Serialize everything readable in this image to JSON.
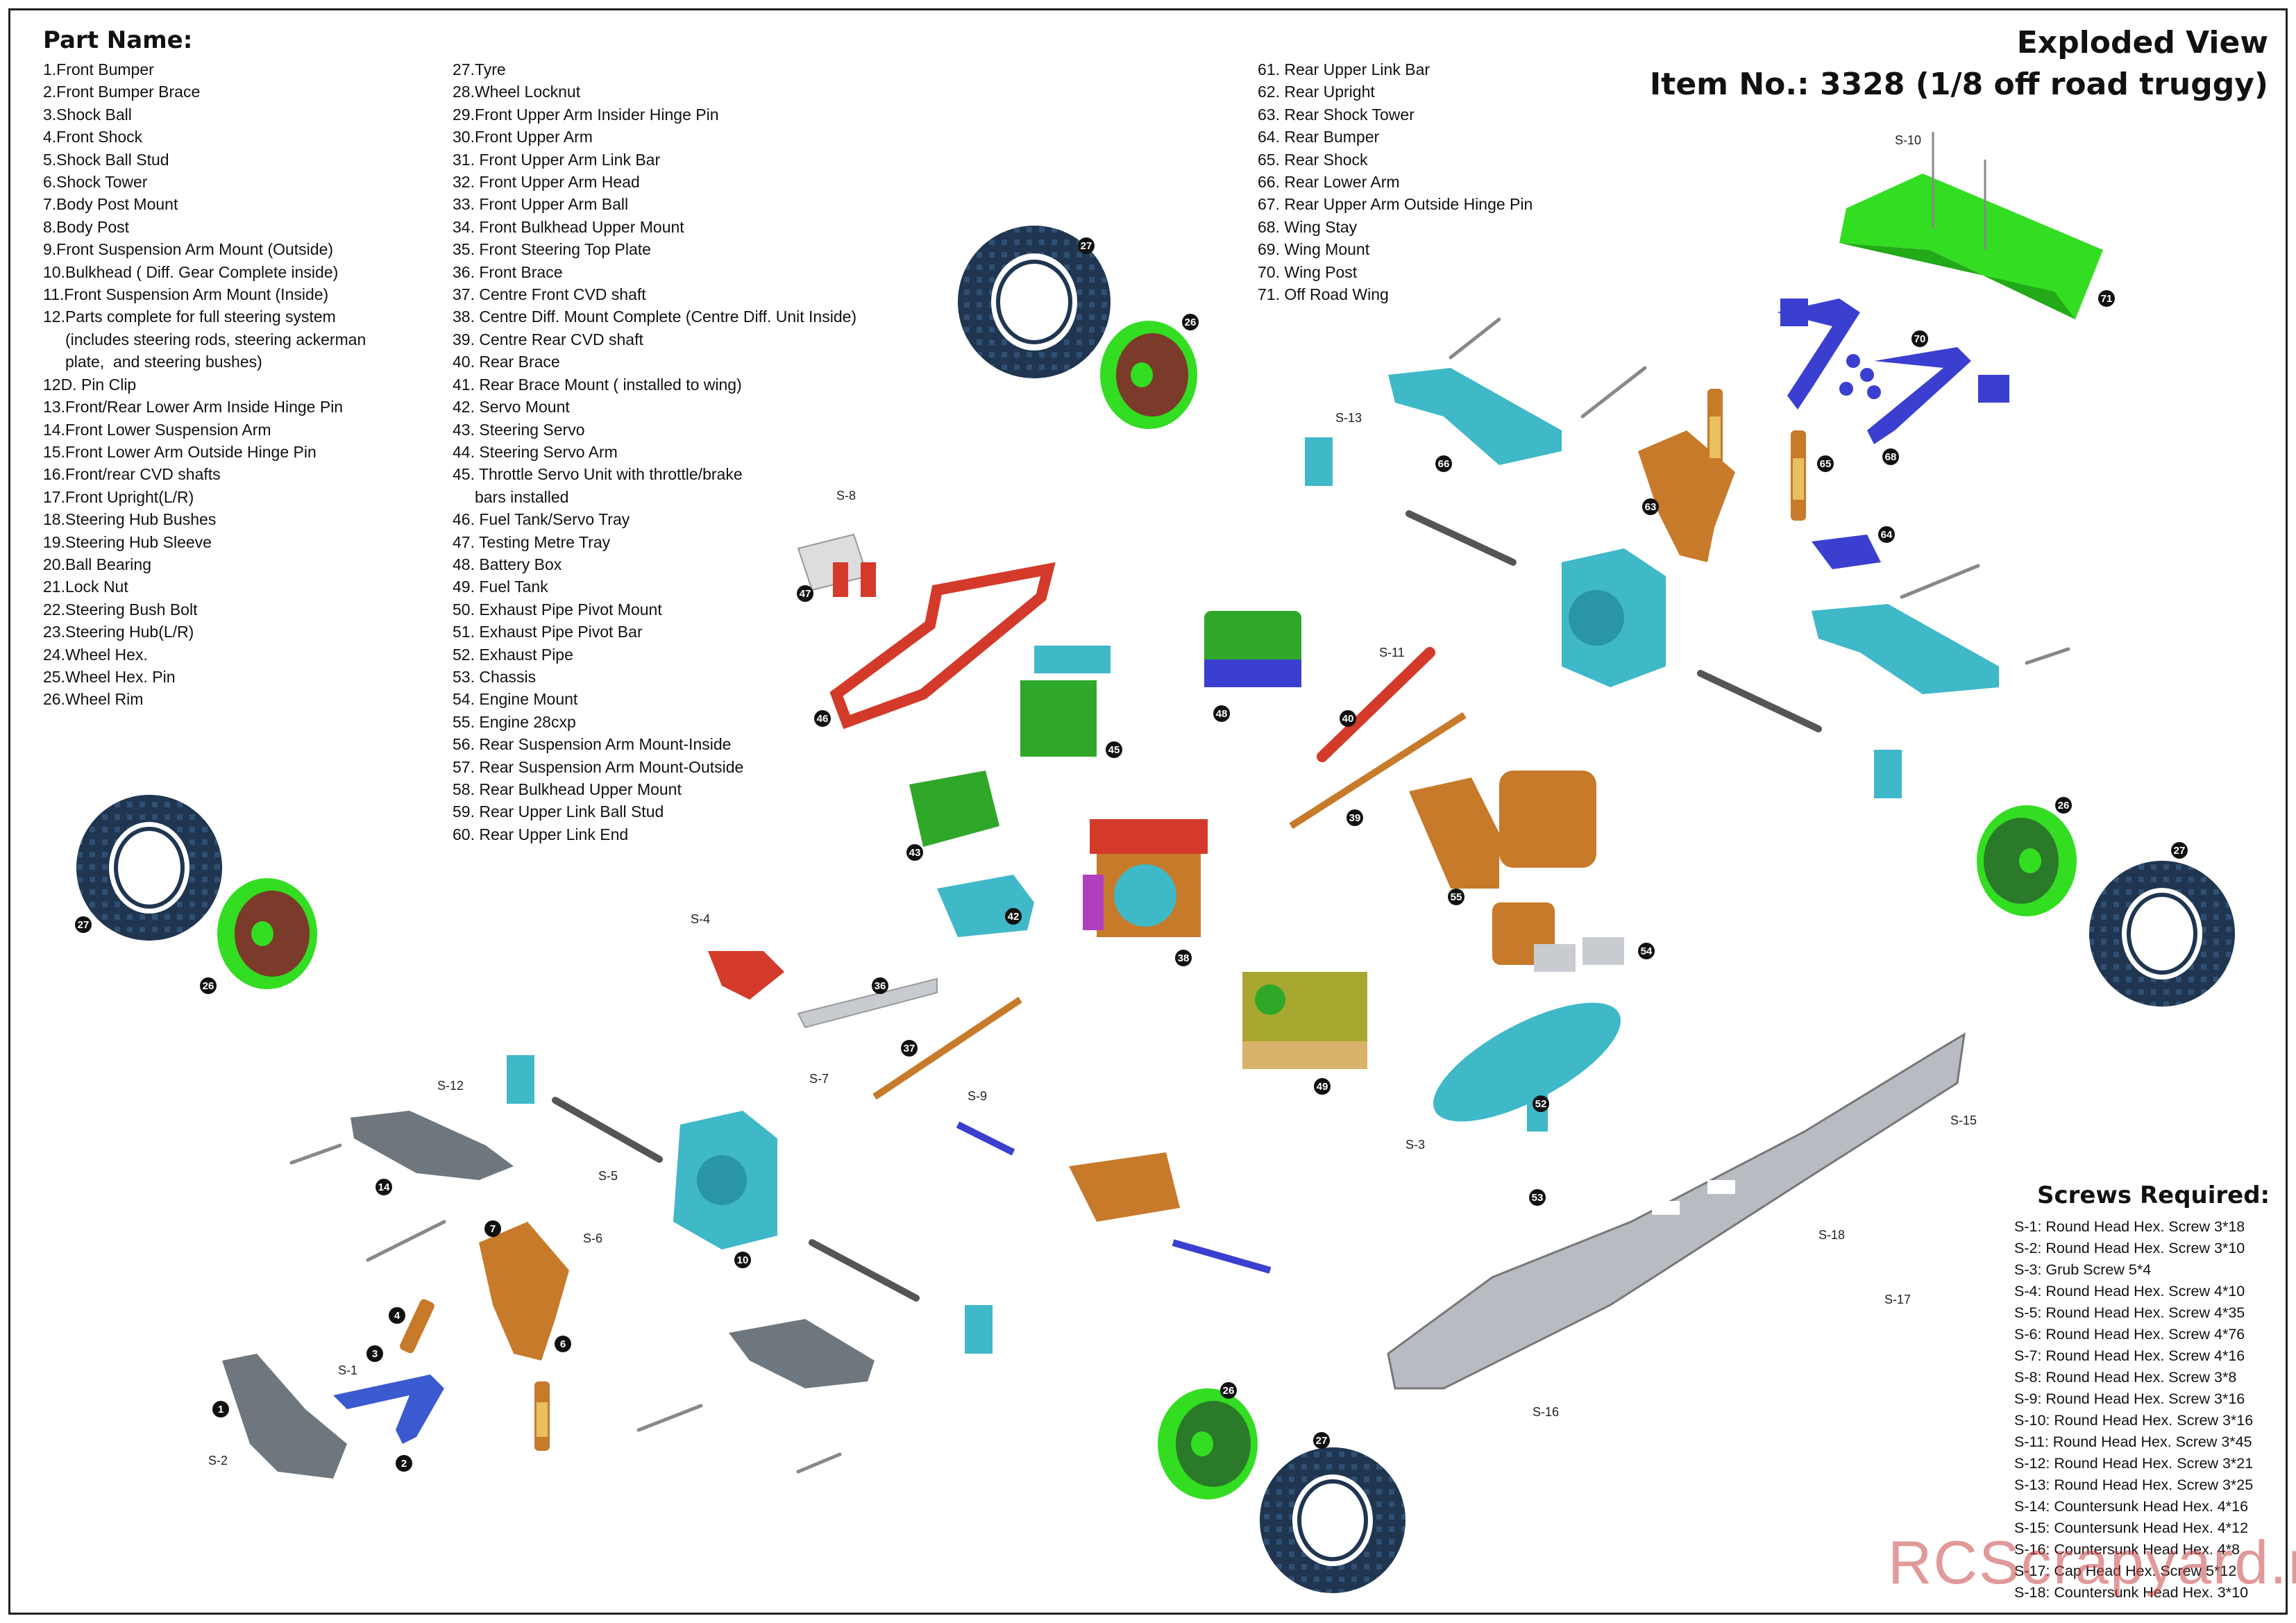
{
  "header": {
    "part_name_title": "Part Name:",
    "exploded_view": "Exploded View",
    "item_no": "Item No.: 3328 (1/8 off road truggy)"
  },
  "parts_col1": [
    "1.Front Bumper",
    "2.Front Bumper Brace",
    "3.Shock Ball",
    "4.Front Shock",
    "5.Shock Ball Stud",
    "6.Shock Tower",
    "7.Body Post Mount",
    "8.Body Post",
    "9.Front Suspension Arm Mount (Outside)",
    "10.Bulkhead ( Diff. Gear Complete inside)",
    "11.Front Suspension Arm Mount (Inside)",
    "12.Parts complete for full steering system",
    "     (includes steering rods, steering ackerman",
    "     plate,  and steering bushes)",
    "12D. Pin Clip",
    "13.Front/Rear Lower Arm Inside Hinge Pin",
    "14.Front Lower Suspension Arm",
    "15.Front Lower Arm Outside Hinge Pin",
    "16.Front/rear CVD shafts",
    "17.Front Upright(L/R)",
    "18.Steering Hub Bushes",
    "19.Steering Hub Sleeve",
    "20.Ball Bearing",
    "21.Lock Nut",
    "22.Steering Bush Bolt",
    "23.Steering Hub(L/R)",
    "24.Wheel Hex.",
    "25.Wheel Hex. Pin",
    "26.Wheel Rim"
  ],
  "parts_col2": [
    "27.Tyre",
    "28.Wheel Locknut",
    "29.Front Upper Arm Insider Hinge Pin",
    "30.Front Upper Arm",
    "31. Front Upper Arm Link Bar",
    "32. Front Upper Arm Head",
    "33. Front Upper Arm Ball",
    "34. Front Bulkhead Upper Mount",
    "35. Front Steering Top Plate",
    "36. Front Brace",
    "37. Centre Front CVD shaft",
    "38. Centre Diff. Mount Complete (Centre Diff. Unit Inside)",
    "39. Centre Rear CVD shaft",
    "40. Rear Brace",
    "41. Rear Brace Mount ( installed to wing)",
    "42. Servo Mount",
    "43. Steering Servo",
    "44. Steering Servo Arm",
    "45. Throttle Servo Unit with throttle/brake",
    "     bars installed",
    "46. Fuel Tank/Servo Tray",
    "47. Testing Metre Tray",
    "48. Battery Box",
    "49. Fuel Tank",
    "50. Exhaust Pipe Pivot Mount",
    "51. Exhaust Pipe Pivot Bar",
    "52. Exhaust Pipe",
    "53. Chassis",
    "54. Engine Mount",
    "55. Engine 28cxp",
    "56. Rear Suspension Arm Mount-Inside",
    "57. Rear Suspension Arm Mount-Outside",
    "58. Rear Bulkhead Upper Mount",
    "59. Rear Upper Link Ball Stud",
    "60. Rear Upper Link End"
  ],
  "parts_col3": [
    "61. Rear Upper Link Bar",
    "62. Rear Upright",
    "63. Rear Shock Tower",
    "64. Rear Bumper",
    "65. Rear Shock",
    "66. Rear Lower Arm",
    "67. Rear Upper Arm Outside Hinge Pin",
    "68. Wing Stay",
    "69. Wing Mount",
    "70. Wing Post",
    "71. Off Road Wing"
  ],
  "screws": {
    "title": "Screws Required:",
    "items": [
      "S-1: Round Head Hex. Screw 3*18",
      "S-2: Round Head Hex. Screw 3*10",
      "S-3: Grub Screw 5*4",
      "S-4: Round Head Hex. Screw 4*10",
      "S-5: Round Head Hex. Screw 4*35",
      "S-6: Round Head Hex. Screw 4*76",
      "S-7: Round Head Hex. Screw 4*16",
      "S-8: Round Head Hex. Screw 3*8",
      "S-9: Round Head Hex. Screw 3*16",
      "S-10: Round Head Hex. Screw 3*16",
      "S-11: Round Head Hex. Screw 3*45",
      "S-12: Round Head Hex. Screw 3*21",
      "S-13: Round Head Hex. Screw 3*25",
      "S-14: Countersunk Head Hex. 4*16",
      "S-15: Countersunk Head Hex. 4*12",
      "S-16: Countersunk Head Hex. 4*8",
      "S-17: Cap Head Hex. Screw 5*12",
      "S-18: Countersunk Head Hex. 3*10"
    ]
  },
  "watermark": "RCScrapyard.net",
  "colors": {
    "tyre": "#1f3550",
    "rim": "#33dd22",
    "cyan_part": "#3fb8c8",
    "copper_part": "#c77a2a",
    "red_part": "#d33a2a",
    "green_part": "#2fa82a",
    "blue_part": "#3b3fd0",
    "gray_part": "#8f969c",
    "callout": "#111111"
  },
  "callouts": {
    "front_bumper": "1",
    "front_bumper_brace": "2",
    "shock_ball": "3",
    "front_shock": "4",
    "shock_tower": "6",
    "body_post_mount": "7",
    "bulkhead": "10",
    "front_lower_arm": "14",
    "tyre_left": "27",
    "rim_left": "26",
    "front_brace": "36",
    "centre_front_cvd": "37",
    "centre_diff": "38",
    "centre_rear_cvd": "39",
    "rear_brace": "40",
    "servo_mount": "42",
    "steering_servo": "43",
    "throttle_servo": "45",
    "fuel_tank_tray": "46",
    "testing_tray": "47",
    "battery_box": "48",
    "fuel_tank": "49",
    "exhaust_pipe": "52",
    "chassis": "53",
    "engine_mount": "54",
    "engine": "55",
    "rear_shock_tower": "63",
    "rear_bumper": "64",
    "rear_shock": "65",
    "rear_lower_arm": "66",
    "wing_stay": "68",
    "wing_post": "70",
    "wing": "71",
    "tyre_top": "27",
    "rim_top": "26",
    "tyre_right": "27",
    "rim_right": "26",
    "tyre_bottom": "27",
    "rim_bottom": "26"
  },
  "screw_labels": {
    "s1": "S-1",
    "s2": "S-2",
    "s3": "S-3",
    "s4": "S-4",
    "s5": "S-5",
    "s6": "S-6",
    "s7": "S-7",
    "s8": "S-8",
    "s9": "S-9",
    "s10": "S-10",
    "s11": "S-11",
    "s12": "S-12",
    "s13": "S-13",
    "s15": "S-15",
    "s16": "S-16",
    "s17": "S-17",
    "s18": "S-18"
  }
}
